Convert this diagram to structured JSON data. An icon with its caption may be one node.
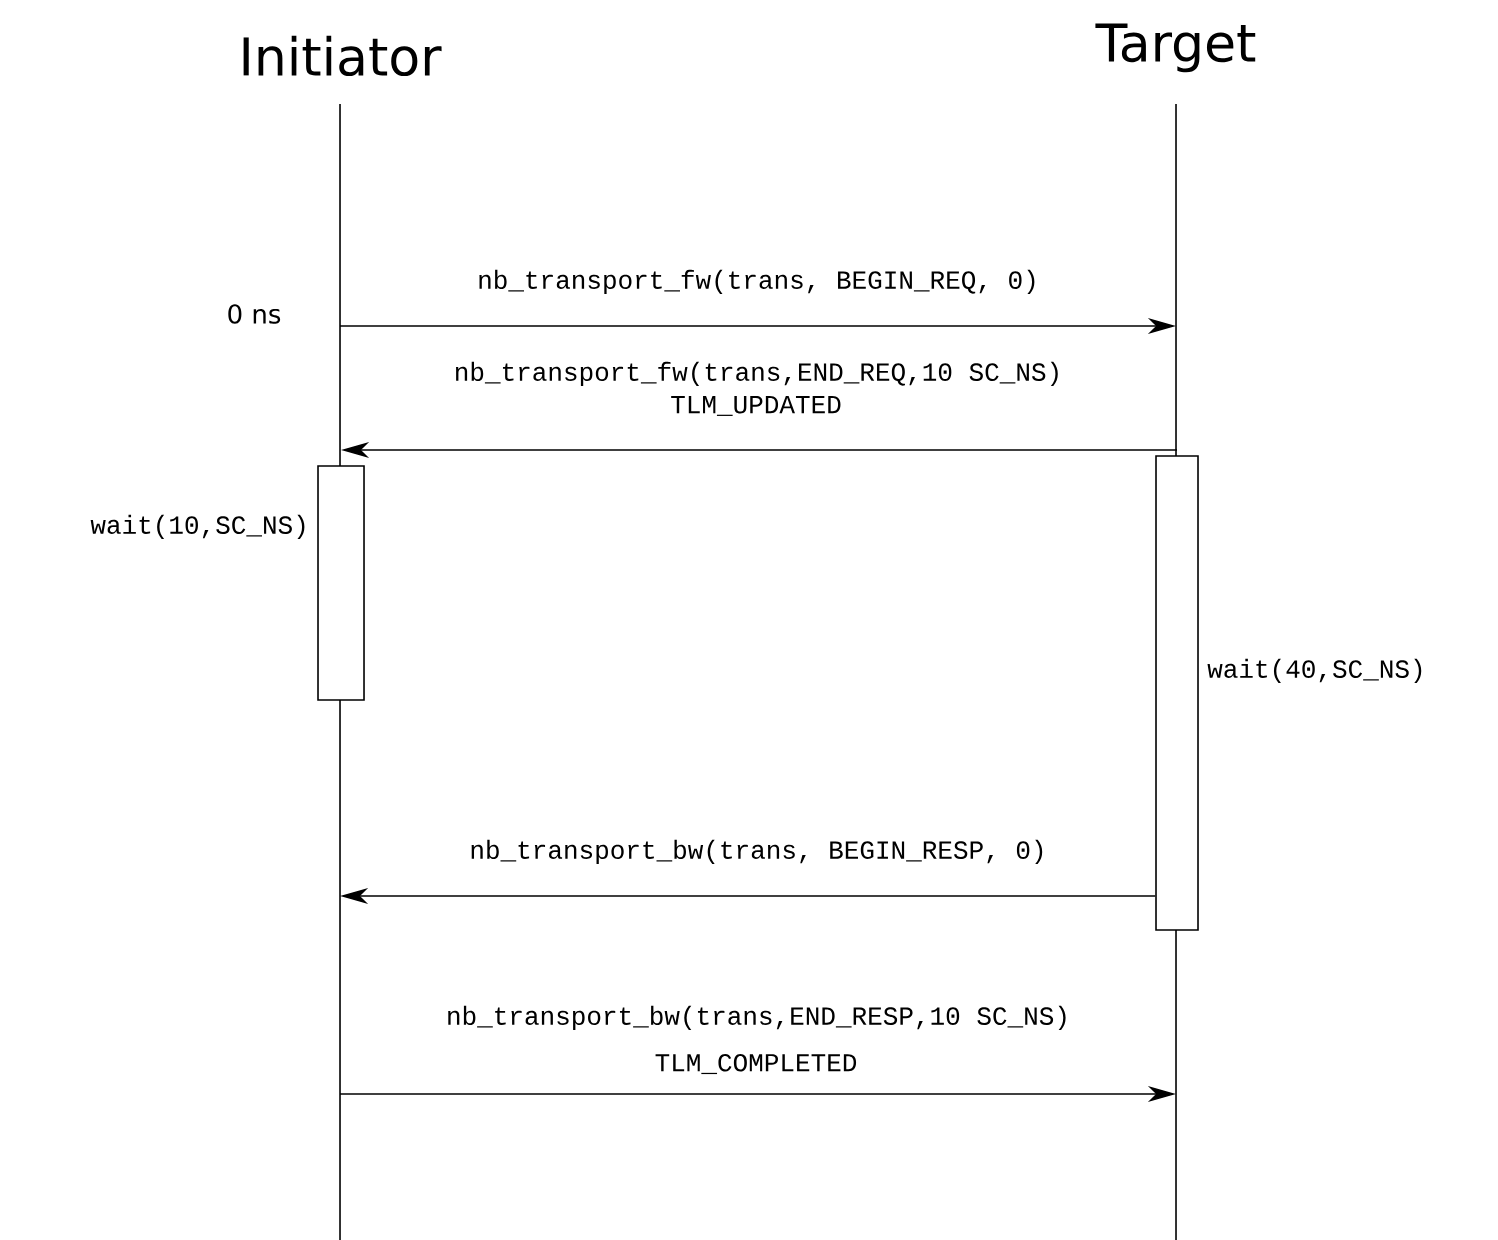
{
  "diagram": {
    "nodes": [
      {
        "text": [
          "Initiator"
        ]
      },
      {
        "text": [
          "Target"
        ]
      },
      {
        "text": [],
        "shape": "bar",
        "beside": [
          "wait(10,SC_NS)"
        ],
        "in": 0
      },
      {
        "text": [],
        "shape": "bar",
        "beside": [
          "wait(40,SC_NS)"
        ],
        "in": 1
      }
    ],
    "edges": [
      {
        "from": 0,
        "to": 1,
        "arrow": "to",
        "label": "nb_transport_fw(trans, BEGIN_REQ, 0)"
      },
      {
        "from": 3,
        "to": 2,
        "arrow": "to",
        "label": "nb_transport_fw(trans,END_REQ,10 SC_NS)"
      },
      {
        "from": 3,
        "to": 0,
        "arrow": "to",
        "label": "nb_transport_bw(trans, BEGIN_RESP, 0)"
      },
      {
        "from": 0,
        "to": 1,
        "arrow": "to",
        "label": "nb_transport_bw(trans,END_RESP,10 SC_NS)"
      }
    ],
    "labels": [
      "0 ns",
      "TLM_UPDATED",
      "TLM_COMPLETED"
    ]
  }
}
